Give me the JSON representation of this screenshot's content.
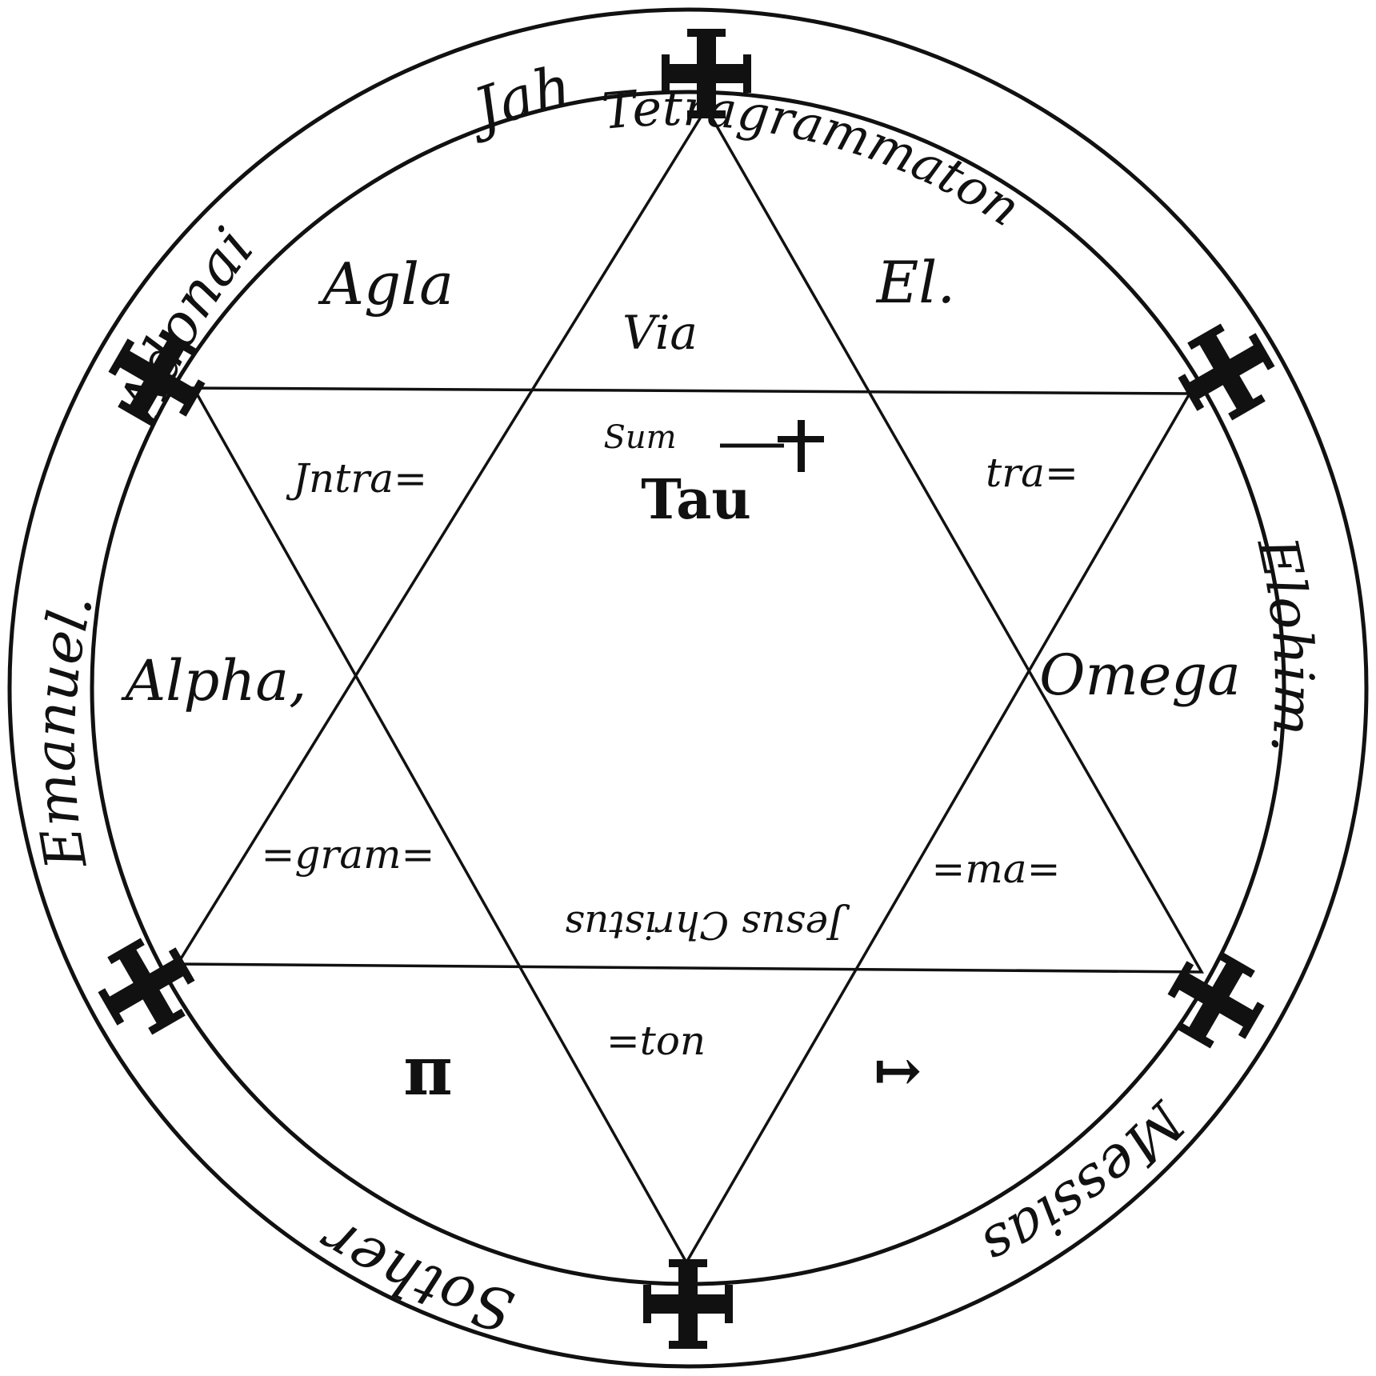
{
  "colors": {
    "ink": "#111111",
    "paper": "#ffffff"
  },
  "ring": {
    "top": "Tetragrammaton",
    "upper_left_jah": "Jah",
    "upper_left_adonai": "Adonai",
    "right": "Elohim.",
    "lower_right": "Messias",
    "bottom": "Sother",
    "left": "Emanuel."
  },
  "outer_triangles": {
    "upper_left": "Agla",
    "upper_right": "El.",
    "left": "Alpha,",
    "right": "Omega",
    "lower_left_glyph": "π",
    "lower_right_glyph": "↦"
  },
  "inner_words": {
    "via": "Via",
    "sum": "Sum",
    "intra": "Jntra=",
    "tra": "tra=",
    "tau": "Tau",
    "gram": "=gram=",
    "ma": "=ma=",
    "ton": "=ton",
    "jesus_christus": "Jesus Christus"
  },
  "symbols": {
    "cross_icon": "cross-potent-icon",
    "small_cross": "latin-cross-icon"
  }
}
